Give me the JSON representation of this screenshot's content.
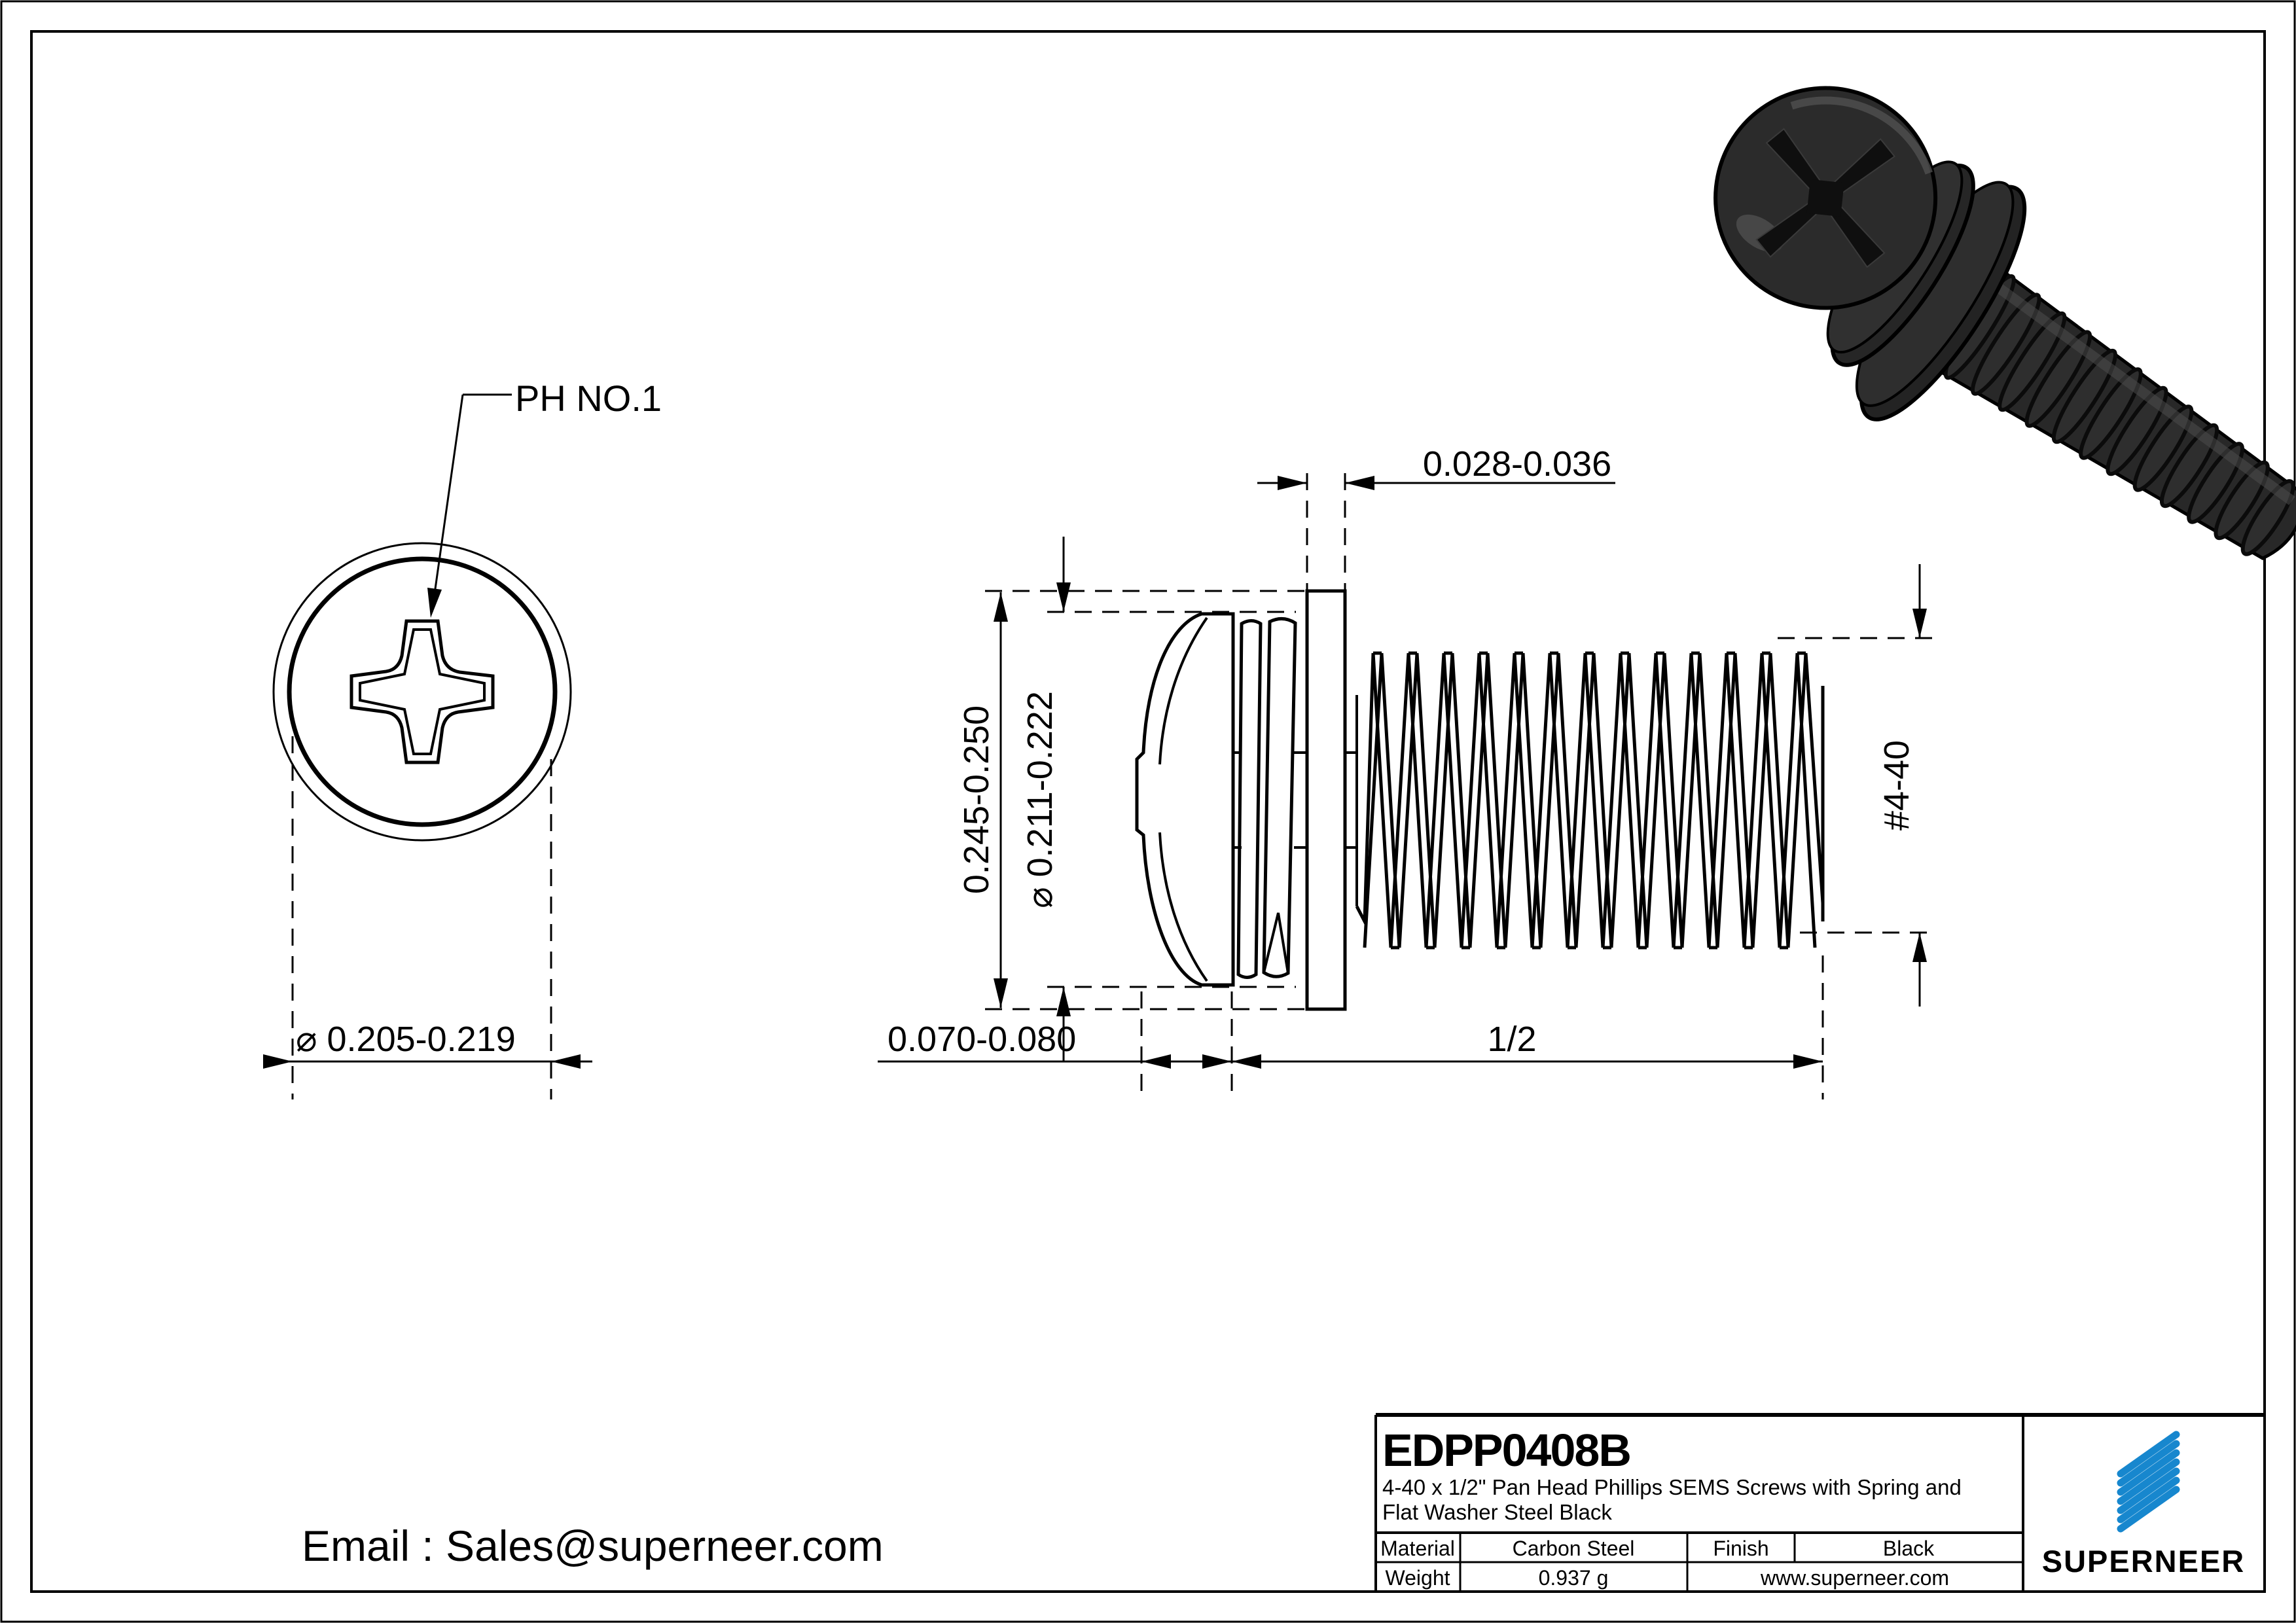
{
  "top_view": {
    "callout": "PH NO.1",
    "dia_label": "⌀ 0.205-0.219"
  },
  "side_view": {
    "washer_thickness": "0.028-0.036",
    "washer_od": "0.245-0.250",
    "head_od": "⌀ 0.211-0.222",
    "head_height": "0.070-0.080",
    "length": "1/2",
    "thread": "#4-40"
  },
  "email": {
    "text": "Email : Sales@superneer.com"
  },
  "title_block": {
    "part_number": "EDPP0408B",
    "description_line1": "4-40 x 1/2\" Pan Head Phillips SEMS Screws with Spring and",
    "description_line2": "Flat Washer Steel Black",
    "material_label": "Material",
    "material_value": "Carbon Steel",
    "finish_label": "Finish",
    "finish_value": "Black",
    "weight_label": "Weight",
    "weight_value": "0.937 g",
    "website": "www.superneer.com",
    "brand": "SUPERNEER",
    "brand_color": "#1787CE",
    "link_color": "#1787CE"
  },
  "render": {
    "body_color": "#282828",
    "dark_color": "#0f0f0f",
    "edge_color": "#000000",
    "highlight_color": "#4d4d4d"
  }
}
